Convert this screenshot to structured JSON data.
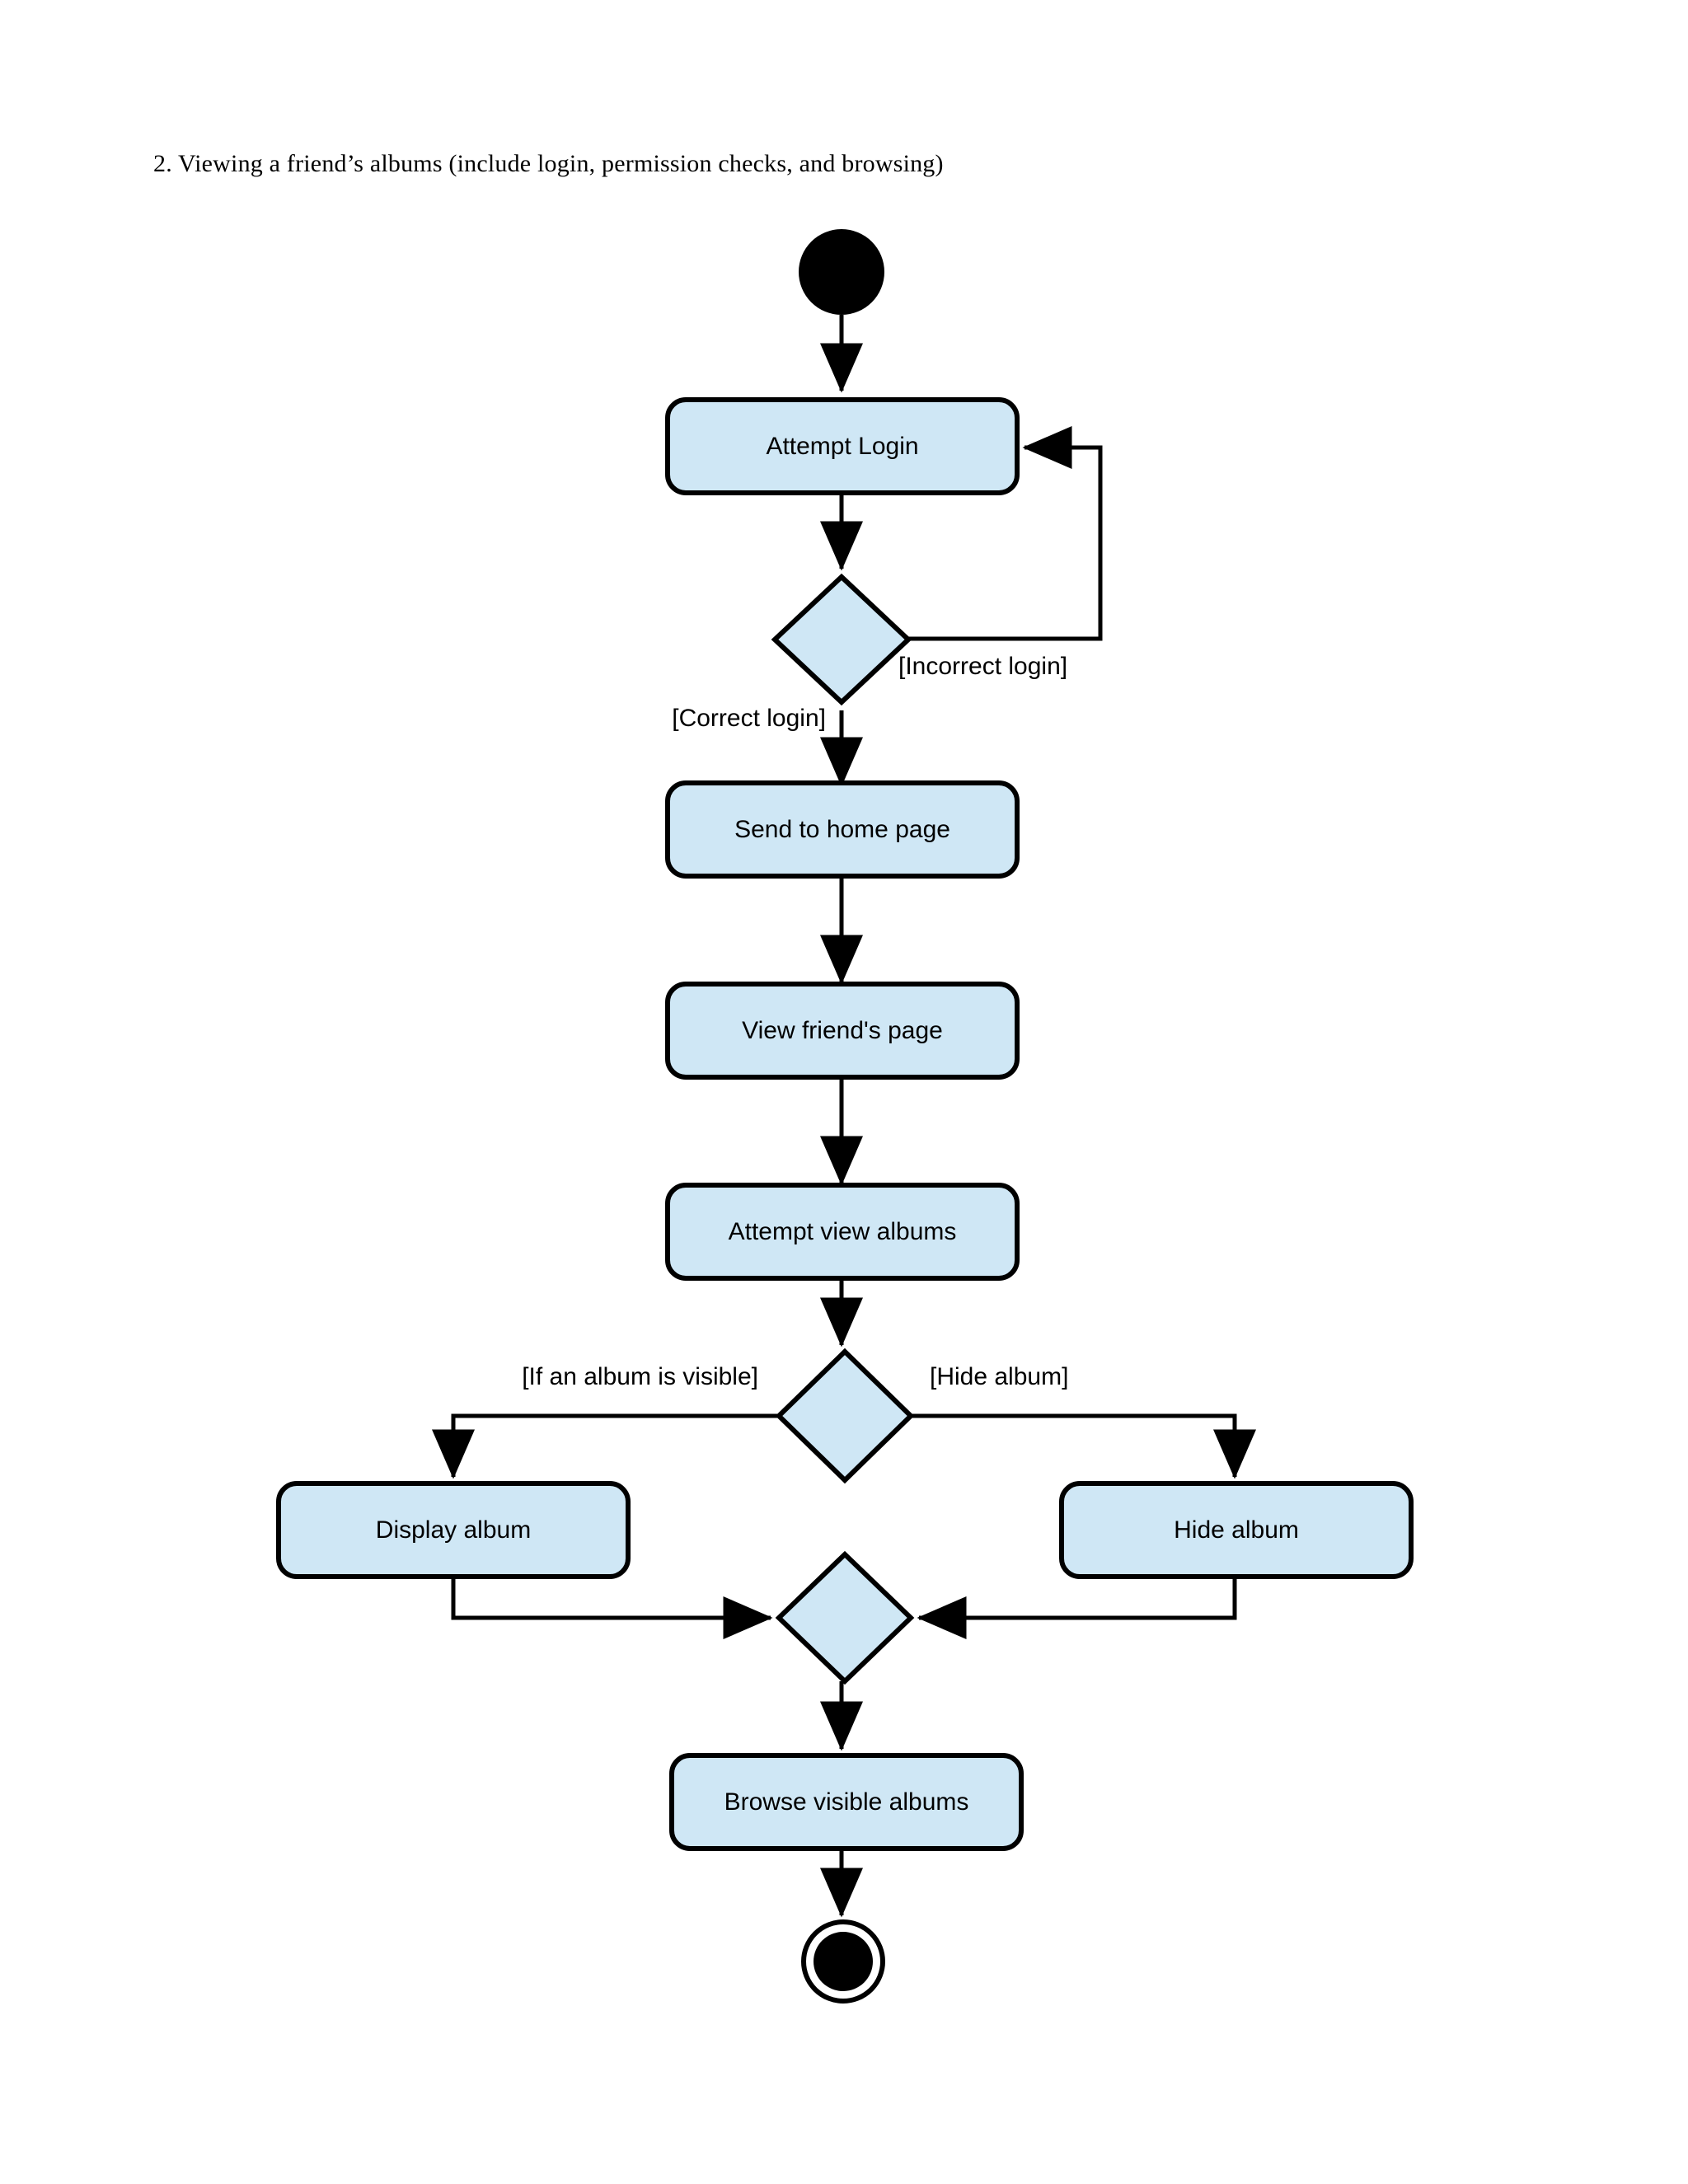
{
  "document": {
    "caption": "2. Viewing a friend’s albums (include login, permission checks, and browsing)"
  },
  "colors": {
    "node_fill": "#cfe7f5",
    "stroke": "#000000",
    "background": "#ffffff"
  },
  "diagram": {
    "type": "uml-activity-diagram",
    "nodes": {
      "initial": {
        "kind": "initial-node",
        "label": ""
      },
      "attempt_login": {
        "kind": "action",
        "label": "Attempt Login"
      },
      "login_decision": {
        "kind": "decision",
        "label": ""
      },
      "send_home": {
        "kind": "action",
        "label": "Send to home page"
      },
      "view_friend": {
        "kind": "action",
        "label": "View friend's page"
      },
      "attempt_albums": {
        "kind": "action",
        "label": "Attempt view albums"
      },
      "album_decision": {
        "kind": "decision",
        "label": ""
      },
      "display_album": {
        "kind": "action",
        "label": "Display album"
      },
      "hide_album": {
        "kind": "action",
        "label": "Hide album"
      },
      "merge": {
        "kind": "merge",
        "label": ""
      },
      "browse_albums": {
        "kind": "action",
        "label": "Browse visible albums"
      },
      "final": {
        "kind": "final-node",
        "label": ""
      }
    },
    "guards": {
      "correct_login": "[Correct login]",
      "incorrect_login": "[Incorrect login]",
      "album_visible": "[If an album is visible]",
      "hide_album": "[Hide album]"
    },
    "edges": [
      {
        "from": "initial",
        "to": "attempt_login",
        "guard": ""
      },
      {
        "from": "attempt_login",
        "to": "login_decision",
        "guard": ""
      },
      {
        "from": "login_decision",
        "to": "attempt_login",
        "guard": "[Incorrect login]"
      },
      {
        "from": "login_decision",
        "to": "send_home",
        "guard": "[Correct login]"
      },
      {
        "from": "send_home",
        "to": "view_friend",
        "guard": ""
      },
      {
        "from": "view_friend",
        "to": "attempt_albums",
        "guard": ""
      },
      {
        "from": "attempt_albums",
        "to": "album_decision",
        "guard": ""
      },
      {
        "from": "album_decision",
        "to": "display_album",
        "guard": "[If an album is visible]"
      },
      {
        "from": "album_decision",
        "to": "hide_album",
        "guard": "[Hide album]"
      },
      {
        "from": "display_album",
        "to": "merge",
        "guard": ""
      },
      {
        "from": "hide_album",
        "to": "merge",
        "guard": ""
      },
      {
        "from": "merge",
        "to": "browse_albums",
        "guard": ""
      },
      {
        "from": "browse_albums",
        "to": "final",
        "guard": ""
      }
    ]
  }
}
